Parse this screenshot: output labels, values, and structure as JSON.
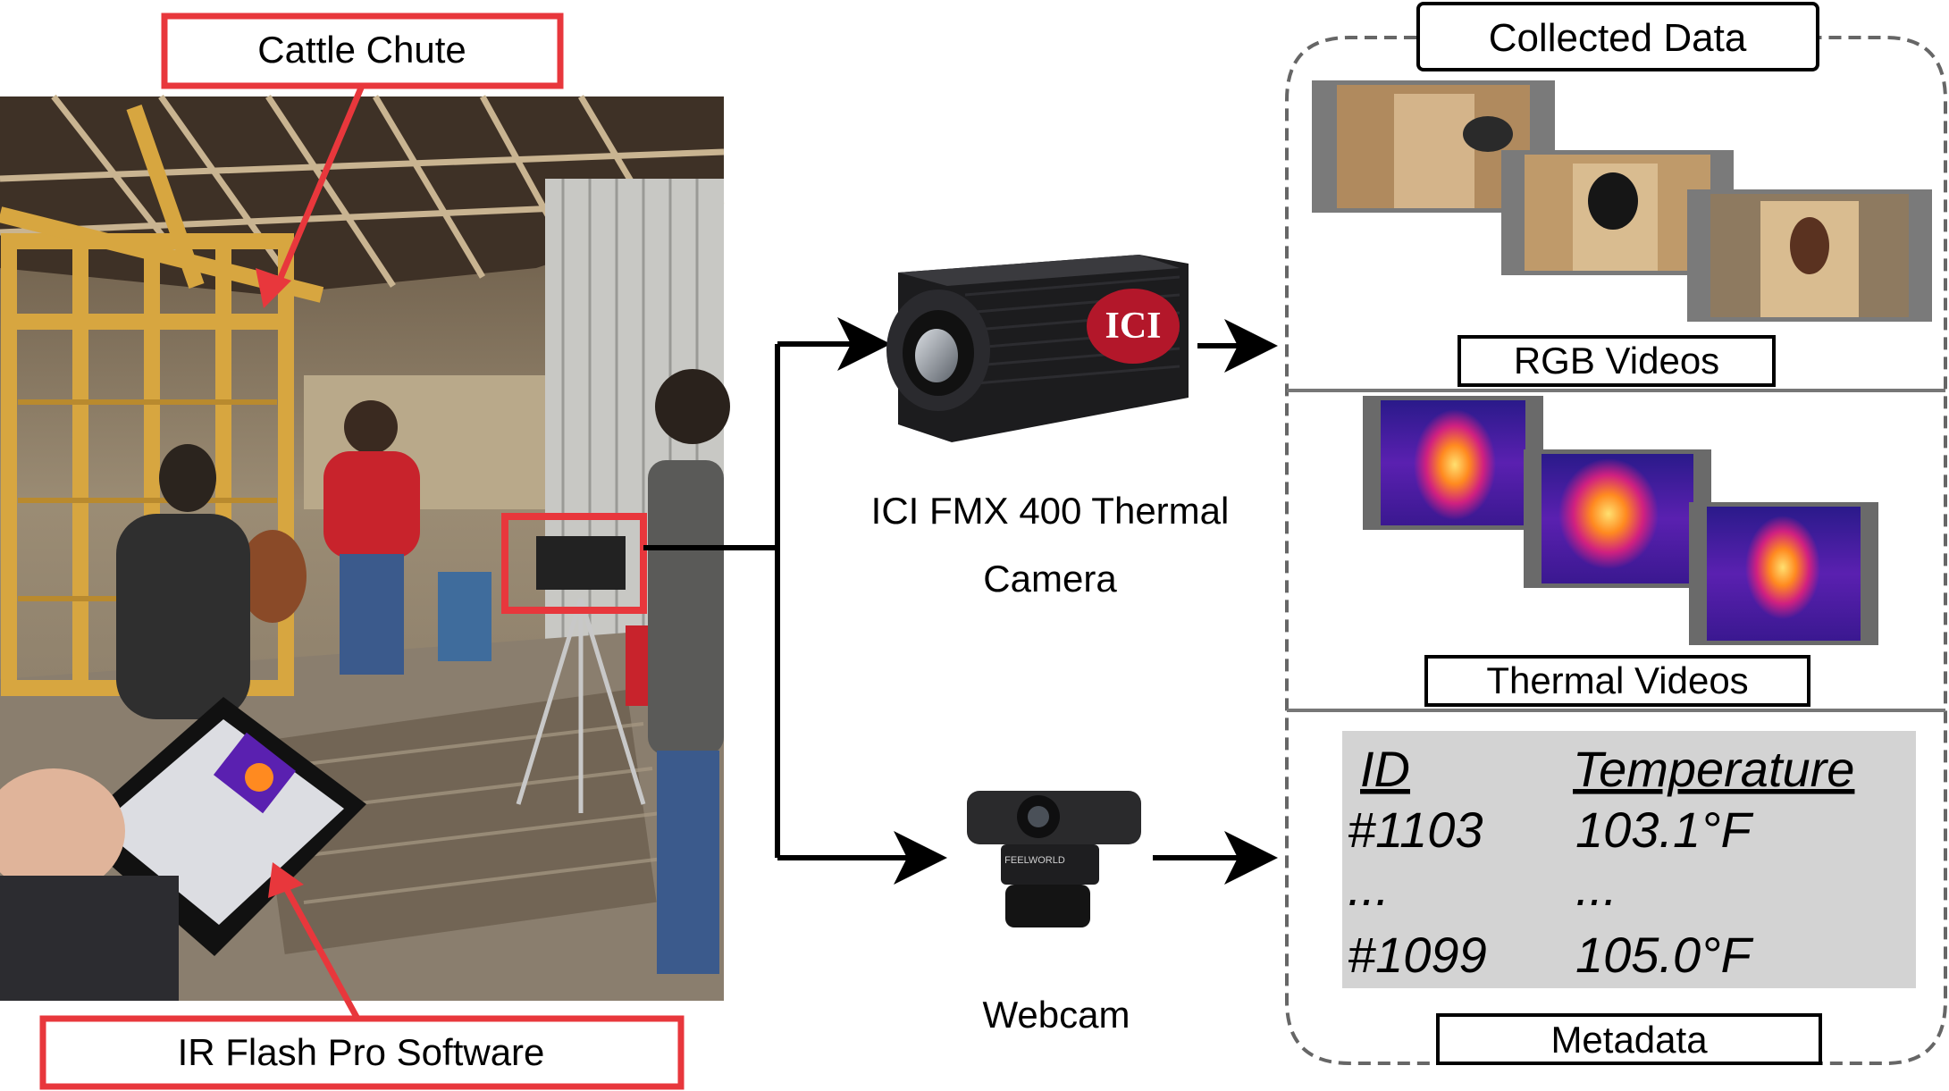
{
  "labels": {
    "cattle_chute": "Cattle Chute",
    "software": "IR Flash Pro Software",
    "camera_line1": "ICI FMX 400 Thermal",
    "camera_line2": "Camera",
    "webcam": "Webcam",
    "collected_data": "Collected Data",
    "rgb_videos": "RGB Videos",
    "thermal_videos": "Thermal Videos",
    "metadata": "Metadata"
  },
  "camera_brand": "ICI",
  "webcam_brand": "FEELWORLD",
  "metadata_table": {
    "headers": [
      "ID",
      "Temperature"
    ],
    "rows": [
      [
        "#1103",
        "103.1°F"
      ],
      [
        "...",
        "..."
      ],
      [
        "#1099",
        "105.0°F"
      ]
    ]
  },
  "colors": {
    "callout_red": "#e8373c",
    "table_bg": "#d3d3d3",
    "camera_body": "#1c1c1e",
    "logo_red": "#b3172a",
    "chute_yellow": "#d7a640",
    "barn_gray": "#8d8a84"
  }
}
